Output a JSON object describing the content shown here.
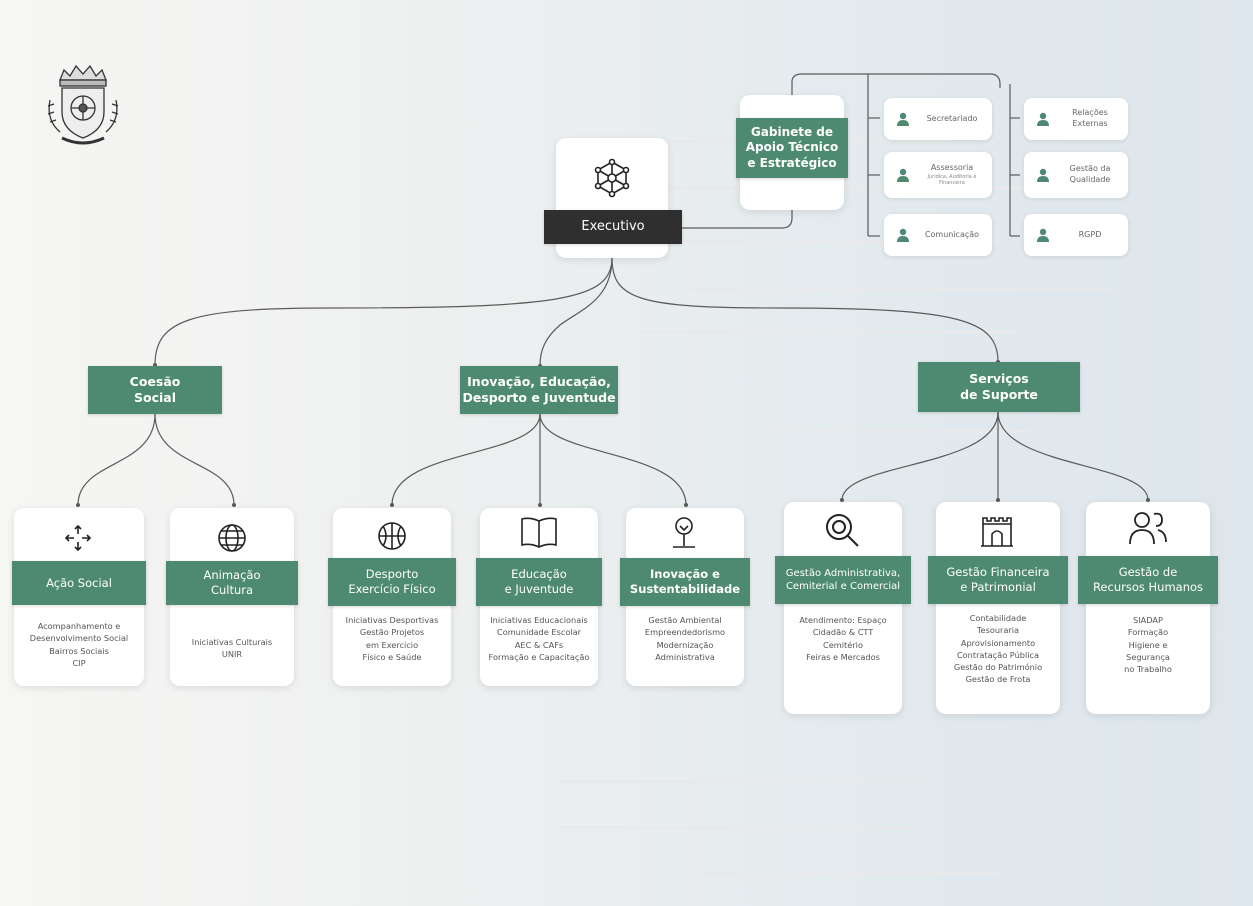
{
  "executivo": {
    "label": "Executivo",
    "icon": "network-icon"
  },
  "gabinete": {
    "label": "Gabinete de\nApoio Técnico\ne Estratégico"
  },
  "gabinete_units": [
    {
      "label": "Secretariado"
    },
    {
      "label": "Assessoria",
      "sub": "Jurídica, Auditoria e Financeira"
    },
    {
      "label": "Comunicação"
    },
    {
      "label": "Relações\nExternas"
    },
    {
      "label": "Gestão da\nQualidade"
    },
    {
      "label": "RGPD"
    }
  ],
  "areas": [
    {
      "label": "Coesão\nSocial"
    },
    {
      "label": "Inovação, Educação,\nDesporto e Juventude"
    },
    {
      "label": "Serviços\nde Suporte"
    }
  ],
  "units": [
    {
      "icon": "arrows-expand-icon",
      "title": "Ação Social",
      "items": "Acompanhamento e\nDesenvolvimento Social\nBairros Sociais\nCIP"
    },
    {
      "icon": "globe-icon",
      "title": "Animação\nCultura",
      "items": "Iniciativas Culturais\nUNIR"
    },
    {
      "icon": "ball-icon",
      "title": "Desporto\nExercício Físico",
      "items": "Iniciativas Desportivas\nGestão Projetos\nem Exercício\nFísico e Saúde"
    },
    {
      "icon": "book-icon",
      "title": "Educação\ne Juventude",
      "items": "Iniciativas Educacionais\nComunidade Escolar\nAEC & CAFs\nFormação e Capacitação"
    },
    {
      "icon": "tree-icon",
      "title": "Inovação e\nSustentabilidade",
      "items": "Gestão Ambiental\nEmpreendedorismo\nModernização\nAdministrativa"
    },
    {
      "icon": "magnifier-icon",
      "title": "Gestão Administrativa,\nCemiterial e Comercial",
      "items": "Atendimento: Espaço\nCidadão & CTT\nCemitério\nFeiras e Mercados"
    },
    {
      "icon": "building-icon",
      "title": "Gestão Financeira\ne Patrimonial",
      "items": "Contabilidade\nTesouraria\nAprovisionamento\nContratação Pública\nGestão do Património\nGestão de Frota"
    },
    {
      "icon": "people-icon",
      "title": "Gestão de\nRecursos Humanos",
      "items": "SIADAP\nFormação\nHigiene e\nSegurança\nno Trabalho"
    }
  ],
  "colors": {
    "green": "#4e8a72",
    "dark": "#2f2f2f"
  }
}
